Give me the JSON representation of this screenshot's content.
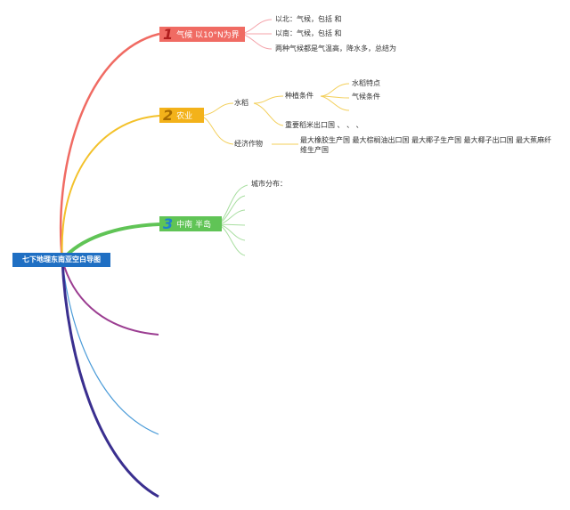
{
  "root": {
    "label": "七下地理东南亚空白导图"
  },
  "branches": [
    {
      "number": "1",
      "label": "气候 以10°N为界",
      "color": "#f06b63",
      "children": [
        "以北：气候，包括 和",
        "以南：气候，包括 和",
        "两种气候都是气温高，降水多，总结为"
      ]
    },
    {
      "number": "2",
      "label": "农业",
      "color": "#f3b21a",
      "rice": {
        "label": "水稻",
        "planting": {
          "label": "种植条件",
          "children": [
            "水稻特点",
            "气候条件"
          ]
        },
        "export": "重要稻米出口国 、 、 、"
      },
      "cash_crops": {
        "label": "经济作物",
        "detail_line1": "最大橡胶生产国 最大棕榈油出口国 最大椰子生产国 最大椰子出口国 最大蕉麻纤",
        "detail_line2": "维生产国"
      }
    },
    {
      "number": "3",
      "label": "中南 半岛",
      "color": "#60c456",
      "children": [
        "城市分布："
      ]
    }
  ],
  "empty_branch_colors": [
    "#9b3d91",
    "#4a9bd8",
    "#3a2f8f"
  ]
}
